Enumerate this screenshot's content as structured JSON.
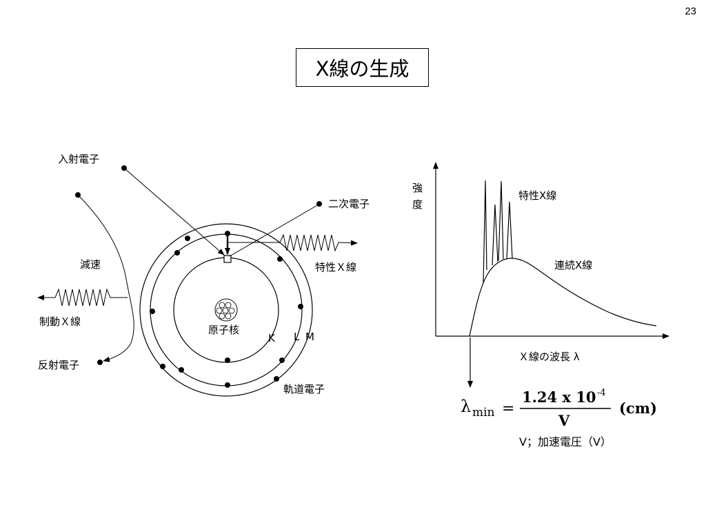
{
  "page": {
    "number": "23",
    "title": "X線の生成"
  },
  "atom": {
    "incident_electron": "入射電子",
    "secondary_electron": "二次電子",
    "characteristic_xray": "特性Ｘ線",
    "deceleration": "減速",
    "bremsstrahlung": "制動Ｘ線",
    "reflected_electron": "反射電子",
    "nucleus": "原子核",
    "shell_k": "K",
    "shell_l": "L",
    "shell_m": "M",
    "orbital_electron": "軌道電子"
  },
  "graph": {
    "ylabel_line1": "強",
    "ylabel_line2": "度",
    "characteristic_label": "特性X線",
    "continuous_label": "連続X線",
    "xlabel": "Ｘ線の波長 λ"
  },
  "formula": {
    "lambda": "λ",
    "subscript": "min",
    "equals": "=",
    "numerator": "1.24 x 10",
    "exponent": "-4",
    "denominator": "V",
    "unit": "(cm)",
    "legend": "V；加速電圧（V）"
  }
}
